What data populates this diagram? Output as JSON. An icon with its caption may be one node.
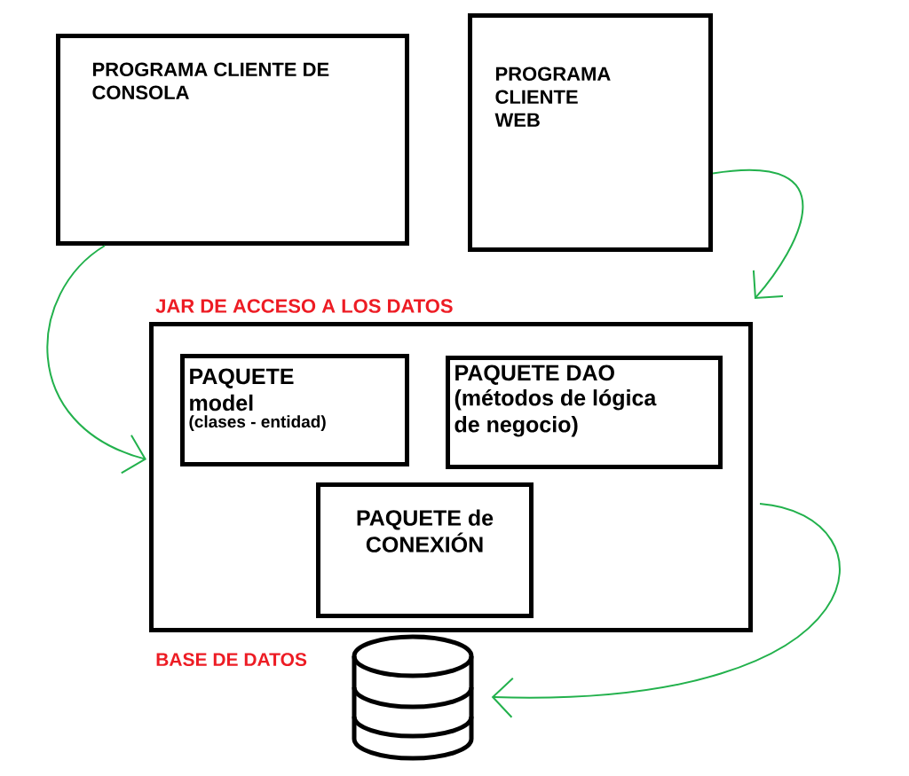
{
  "diagram": {
    "nodes": [
      {
        "text": [
          "PROGRAMA CLIENTE DE CONSOLA"
        ]
      },
      {
        "text": [
          "PROGRAMA CLIENTE WEB"
        ]
      },
      {
        "text": [
          "JAR DE ACCESO A LOS DATOS"
        ]
      },
      {
        "text": [
          "PAQUETE model",
          "(clases - entidad)"
        ],
        "in": 2
      },
      {
        "text": [
          "PAQUETE DAO",
          "(métodos de lógica de negocio)"
        ],
        "in": 2
      },
      {
        "text": [
          "PAQUETE de CONEXIÓN"
        ],
        "in": 2
      },
      {
        "text": [],
        "shape": "cylinder",
        "beside": [
          "BASE DE DATOS"
        ]
      }
    ],
    "edges": [
      {
        "from": 0,
        "to": 2,
        "arrow": "to"
      },
      {
        "from": 1,
        "to": 2,
        "arrow": "to"
      },
      {
        "from": 2,
        "to": 6,
        "arrow": "to"
      }
    ]
  }
}
